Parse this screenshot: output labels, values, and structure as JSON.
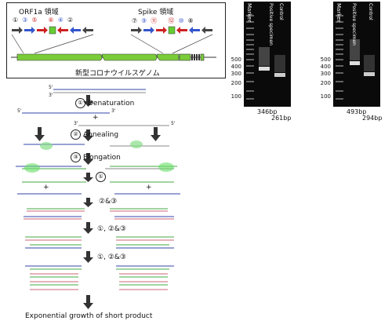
{
  "genome": {
    "orf_region": "ORF1a 領域",
    "spike_region": "Spike 領域",
    "caption": "新型コロナウイルスゲノム",
    "orf_primers": [
      "①",
      "③",
      "⑤",
      "⑥",
      "④",
      "②"
    ],
    "spike_primers": [
      "⑦",
      "⑨",
      "⑪",
      "⑫",
      "⑩",
      "⑧"
    ]
  },
  "gel_left": {
    "lanes": [
      "Marker",
      "Positive specimen",
      "Control"
    ],
    "ticks": [
      "500",
      "400",
      "300",
      "200",
      "100"
    ],
    "bp_labels": [
      "346bp",
      "261bp"
    ]
  },
  "gel_right": {
    "lanes": [
      "Marker",
      "Positive specimen",
      "Control"
    ],
    "ticks": [
      "500",
      "400",
      "300",
      "200",
      "100"
    ],
    "bp_labels": [
      "493bp",
      "294bp"
    ]
  },
  "pcr": {
    "steps": {
      "denaturation": "Denaturation",
      "annealing": "Annealing",
      "elongation": "Elongation"
    },
    "nums": {
      "one": "①",
      "two": "②",
      "three": "③",
      "one_only": "①",
      "two_three": "②&③",
      "one_two_three": "①, ②&③"
    },
    "primes": {
      "five": "5'",
      "three": "3'"
    },
    "plus": "+",
    "bottom": "Exponential growth of short product"
  }
}
